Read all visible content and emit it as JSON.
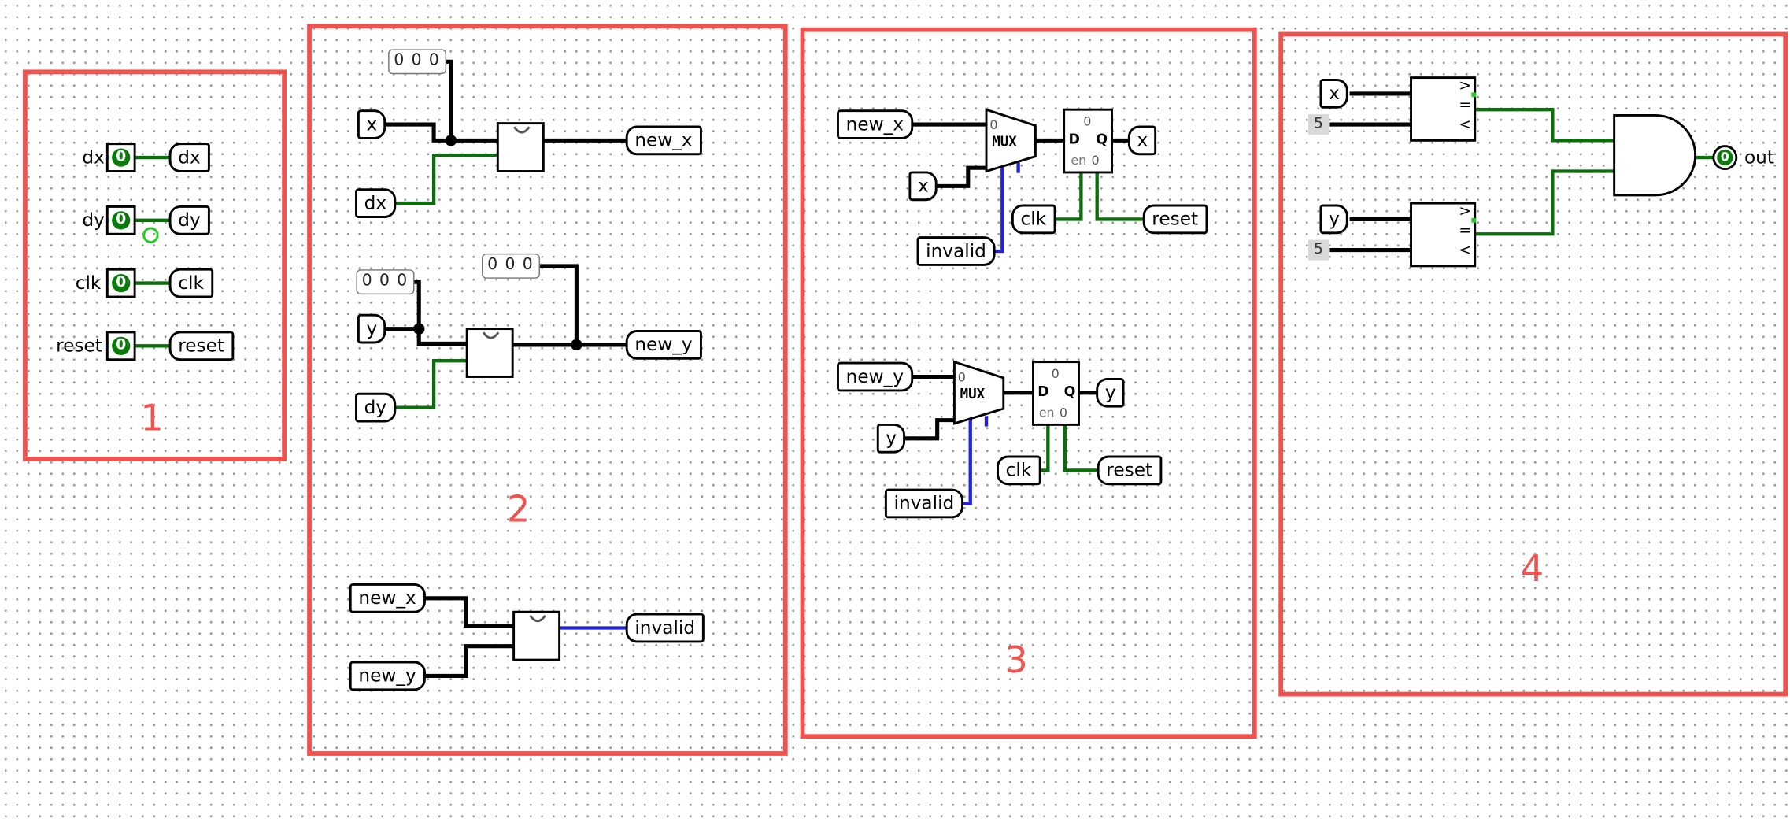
{
  "boxes": [
    {
      "number": "1"
    },
    {
      "number": "2"
    },
    {
      "number": "3"
    },
    {
      "number": "4"
    }
  ],
  "section1": {
    "inputs": [
      {
        "label": "dx",
        "value": "0",
        "tunnel": "dx"
      },
      {
        "label": "dy",
        "value": "0",
        "tunnel": "dy"
      },
      {
        "label": "clk",
        "value": "0",
        "tunnel": "clk"
      },
      {
        "label": "reset",
        "value": "0",
        "tunnel": "reset"
      }
    ]
  },
  "section2": {
    "const_a": "0 0 0",
    "const_b": "0 0 0",
    "const_c": "0 0 0",
    "tunnels": {
      "x": "x",
      "dx": "dx",
      "new_x": "new_x",
      "y": "y",
      "dy": "dy",
      "new_y": "new_y",
      "new_x2": "new_x",
      "new_y2": "new_y",
      "invalid": "invalid"
    }
  },
  "section3": {
    "top": {
      "in": "new_x",
      "alt": "x",
      "sel": "invalid",
      "out": "x",
      "clk": "clk",
      "reset": "reset",
      "mux": "MUX",
      "mux_zero": "0",
      "ff_d": "D",
      "ff_q": "Q",
      "ff_top": "0",
      "ff_en": "en",
      "ff_zero": "0"
    },
    "bottom": {
      "in": "new_y",
      "alt": "y",
      "sel": "invalid",
      "out": "y",
      "clk": "clk",
      "reset": "reset",
      "mux": "MUX",
      "mux_zero": "0",
      "ff_d": "D",
      "ff_q": "Q",
      "ff_top": "0",
      "ff_en": "en",
      "ff_zero": "0"
    }
  },
  "section4": {
    "x": "x",
    "y": "y",
    "const_x": "5",
    "const_y": "5",
    "cmp_labels": [
      ">",
      "=",
      "<"
    ],
    "out_value": "0",
    "out_label": "out"
  },
  "colors": {
    "box": "#ef5350",
    "wire_on": "#0a6e0a",
    "wire_bus": "#000000",
    "wire_error": "#2222dd"
  }
}
